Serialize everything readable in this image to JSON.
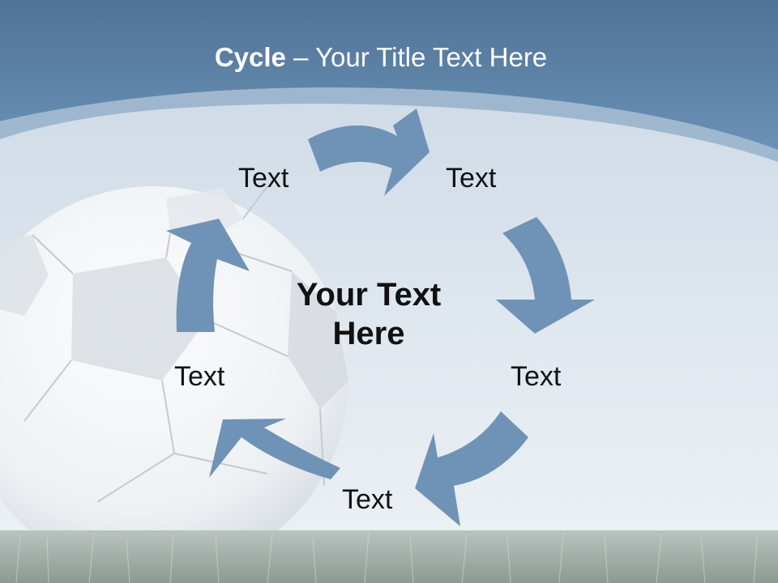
{
  "slide": {
    "title_bold": "Cycle",
    "title_rest": " – Your Title Text Here",
    "center_line1": "Your Text",
    "center_line2": "Here"
  },
  "nodes": [
    "Text",
    "Text",
    "Text",
    "Text",
    "Text"
  ],
  "colors": {
    "header_blue": "#5b84ad",
    "sky_light": "#dde6ee",
    "arrow_blue": "#6f93b6",
    "text_dark": "#111111"
  },
  "icons": [
    "soccer-ball-image",
    "grass-strip"
  ]
}
